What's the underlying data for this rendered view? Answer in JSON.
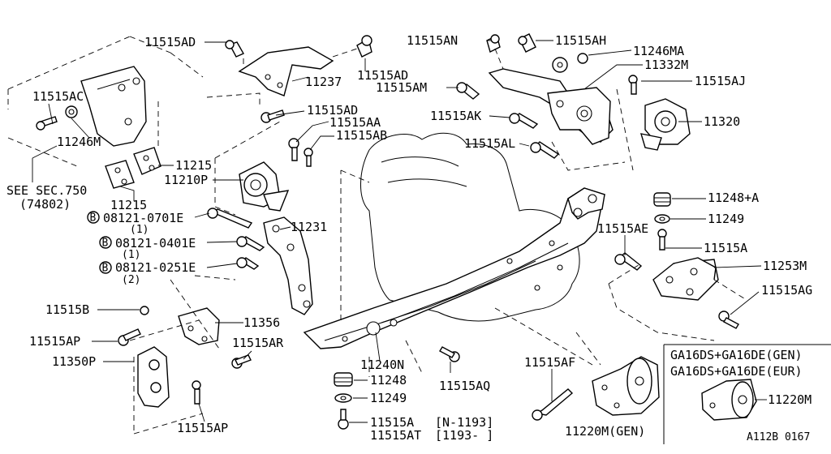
{
  "labels": {
    "p11515AD_top": "11515AD",
    "p11237": "11237",
    "p11515AD_mid": "11515AD",
    "p11515AN": "11515AN",
    "p11515AH": "11515AH",
    "p11246MA": "11246MA",
    "p11332M": "11332M",
    "p11515AM": "11515AM",
    "p11515AJ": "11515AJ",
    "p11515AC": "11515AC",
    "p11515AD_b": "11515AD",
    "p11515AA": "11515AA",
    "p11515AB": "11515AB",
    "p11515AK": "11515AK",
    "p11320": "11320",
    "p11246M": "11246M",
    "p11515AL": "11515AL",
    "p11215_a": "11215",
    "p11210P": "11210P",
    "see_sec": "SEE SEC.750",
    "see_sec_code": "(74802)",
    "p11215_b": "11215",
    "p11248A": "11248+A",
    "p11231": "11231",
    "p11249_r": "11249",
    "p11515AE": "11515AE",
    "p11515A_r": "11515A",
    "p11253M": "11253M",
    "p11515AG": "11515AG",
    "p11515B": "11515B",
    "p11356": "11356",
    "p11515AP_a": "11515AP",
    "p11515AR": "11515AR",
    "p11350P": "11350P",
    "p11240N": "11240N",
    "p11248": "11248",
    "p11515AQ": "11515AQ",
    "p11515AF": "11515AF",
    "p11249": "11249",
    "p11515AP_b": "11515AP",
    "p11515A": "11515A",
    "p11515A_range": "[N-1193]",
    "p11515AT": "11515AT",
    "p11515AT_range": "[1193-    ]",
    "p11220M_gen": "11220M(GEN)",
    "p11220M": "11220M"
  },
  "bolts": [
    {
      "circle": "B",
      "part": "08121-0701E",
      "qty": "(1)"
    },
    {
      "circle": "B",
      "part": "08121-0401E",
      "qty": "(1)"
    },
    {
      "circle": "B",
      "part": "08121-0251E",
      "qty": "(2)"
    }
  ],
  "inset": {
    "line1": "GA16DS+GA16DE(GEN)",
    "line2": "GA16DS+GA16DE(EUR)"
  },
  "diagram_code": "A112B 0167"
}
